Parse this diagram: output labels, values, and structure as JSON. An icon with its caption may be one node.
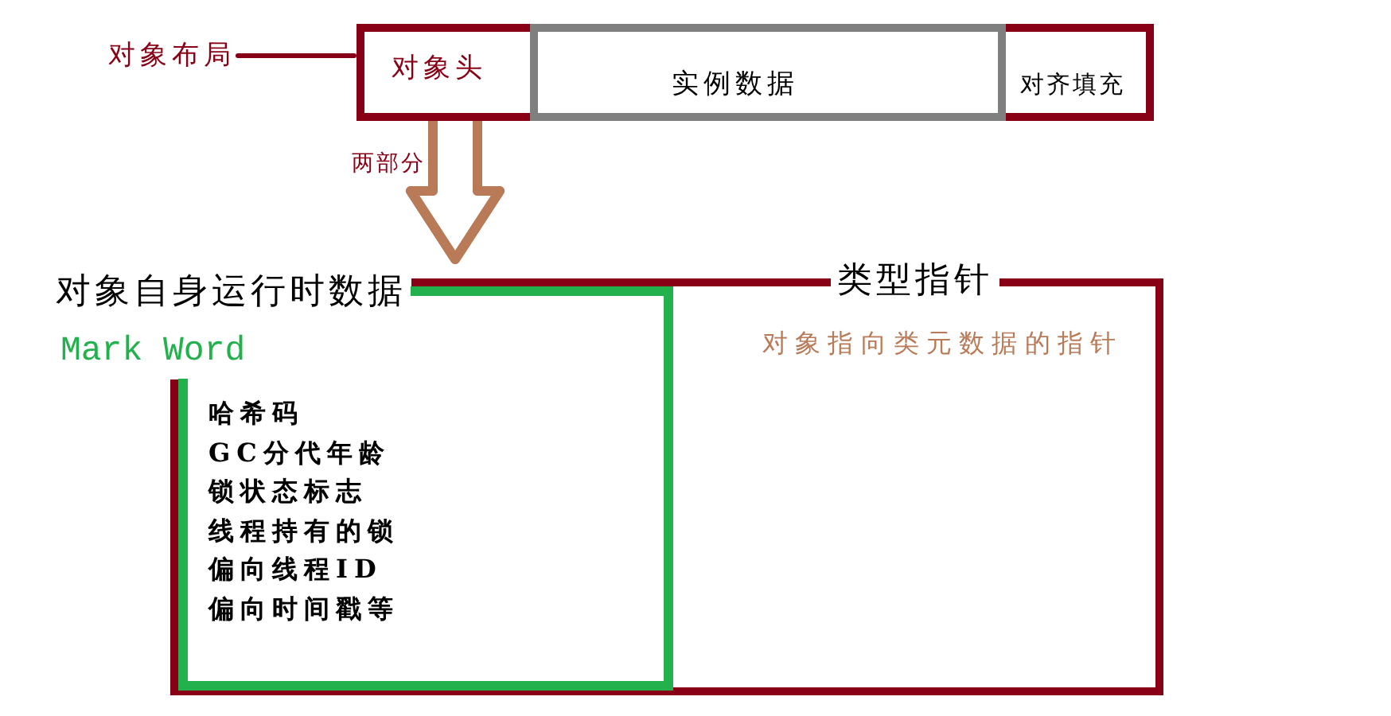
{
  "diagram": {
    "nodes": [
      {
        "text": [
          "对象布局"
        ]
      },
      {
        "text": [
          "对象头"
        ]
      },
      {
        "text": [
          "实例数据"
        ]
      },
      {
        "text": [
          "对齐填充"
        ]
      },
      {
        "text": [
          "类型指针",
          "对象指向类元数据的指针"
        ]
      },
      {
        "text": [
          "对象自身运行时数据",
          "Mark Word",
          "哈希码",
          "GC分代年龄",
          "锁状态标志",
          "线程持有的锁",
          "偏向线程ID",
          "偏向时间戳等"
        ]
      }
    ],
    "edges": [
      {
        "from": 0,
        "to": 1,
        "arrow": "none",
        "color": "#880015"
      },
      {
        "from": 1,
        "to": 4,
        "arrow": "to",
        "label": "两部分",
        "style": "thick",
        "color": "#b97a57"
      }
    ]
  }
}
